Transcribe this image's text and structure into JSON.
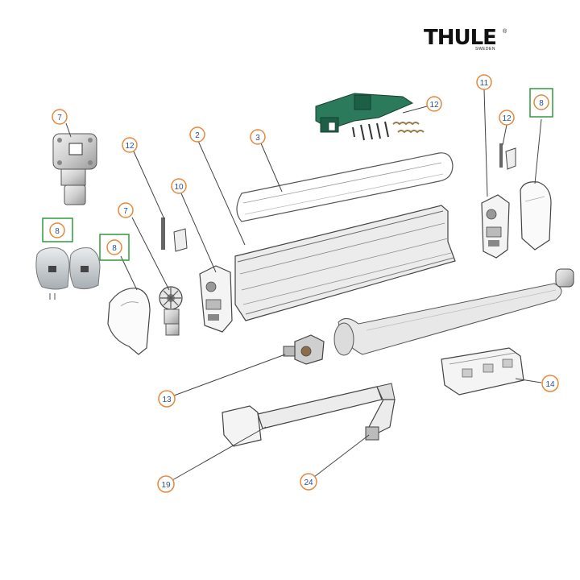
{
  "logo": {
    "brand": "THULE",
    "registered": "®",
    "sub": "SWEDEN"
  },
  "callouts": [
    {
      "id": "c7a",
      "label": "7"
    },
    {
      "id": "c12a",
      "label": "12"
    },
    {
      "id": "c2",
      "label": "2"
    },
    {
      "id": "c3",
      "label": "3"
    },
    {
      "id": "c10",
      "label": "10"
    },
    {
      "id": "c7b",
      "label": "7"
    },
    {
      "id": "c8a",
      "label": "8",
      "boxed": true
    },
    {
      "id": "c8b",
      "label": "8",
      "boxed": true
    },
    {
      "id": "c12b",
      "label": "12"
    },
    {
      "id": "c11",
      "label": "11"
    },
    {
      "id": "c12c",
      "label": "12"
    },
    {
      "id": "c8c",
      "label": "8",
      "boxed": true
    },
    {
      "id": "c13",
      "label": "13"
    },
    {
      "id": "c14",
      "label": "14"
    },
    {
      "id": "c19",
      "label": "19"
    },
    {
      "id": "c24",
      "label": "24"
    }
  ],
  "colors": {
    "callout_ring": "#e8883a",
    "callout_text": "#2b4f9e",
    "highlight_box": "#2f9a3a",
    "part_green": "#1d5e47",
    "line": "#444444"
  }
}
